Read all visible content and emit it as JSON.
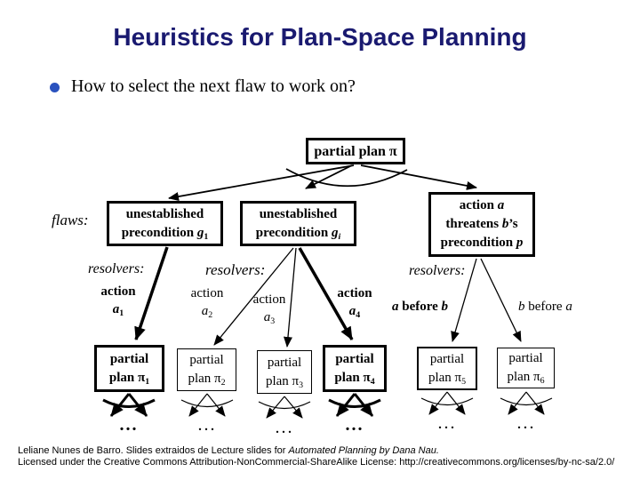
{
  "slide": {
    "title": "Heuristics for Plan-Space Planning",
    "bullet": "How to select the next flaw to work on?",
    "colors": {
      "title": "#1a1a70",
      "bullet_marker": "#2a52be",
      "diagram_ink": "#000000",
      "background": "#ffffff"
    }
  },
  "diagram": {
    "root": {
      "label": "partial plan π"
    },
    "flaws_label": "flaws:",
    "resolvers_labels": [
      "resolvers:",
      "resolvers:",
      "resolvers:"
    ],
    "flaws": [
      {
        "line1": "unestablished",
        "line2": "precondition ",
        "var": "g",
        "sub": "1"
      },
      {
        "line1": "unestablished",
        "line2": "precondition ",
        "var": "g",
        "sub": "i"
      },
      {
        "l1a": "action ",
        "l1b": "a",
        "l2a": "threatens ",
        "l2b": "b",
        "l2c": "’s",
        "l3a": "precondition ",
        "l3b": "p"
      }
    ],
    "resolvers": [
      {
        "word": "action",
        "var": "a",
        "sub": "1"
      },
      {
        "word": "action",
        "var": "a",
        "sub": "2"
      },
      {
        "word": "action",
        "var": "a",
        "sub": "3"
      },
      {
        "word": "action",
        "var": "a",
        "sub": "4"
      },
      {
        "left": "a",
        "mid": " before ",
        "right": "b"
      },
      {
        "left": "b",
        "mid": " before ",
        "right": "a"
      }
    ],
    "plans": [
      {
        "line1": "partial",
        "line2": "plan π",
        "sub": "1"
      },
      {
        "line1": "partial",
        "line2": "plan π",
        "sub": "2"
      },
      {
        "line1": "partial",
        "line2": "plan π",
        "sub": "3"
      },
      {
        "line1": "partial",
        "line2": "plan π",
        "sub": "4"
      },
      {
        "line1": "partial",
        "line2": "plan π",
        "sub": "5"
      },
      {
        "line1": "partial",
        "line2": "plan π",
        "sub": "6"
      }
    ],
    "ellipsis": "..."
  },
  "footer": {
    "line1_regular": "Leliane Nunes de Barro. Slides extraidos de Lecture slides for ",
    "line1_italic": "Automated Planning by Dana Nau.",
    "line2": "Licensed under the Creative Commons Attribution-NonCommercial-ShareAlike License: http://creativecommons.org/licenses/by-nc-sa/2.0/"
  }
}
